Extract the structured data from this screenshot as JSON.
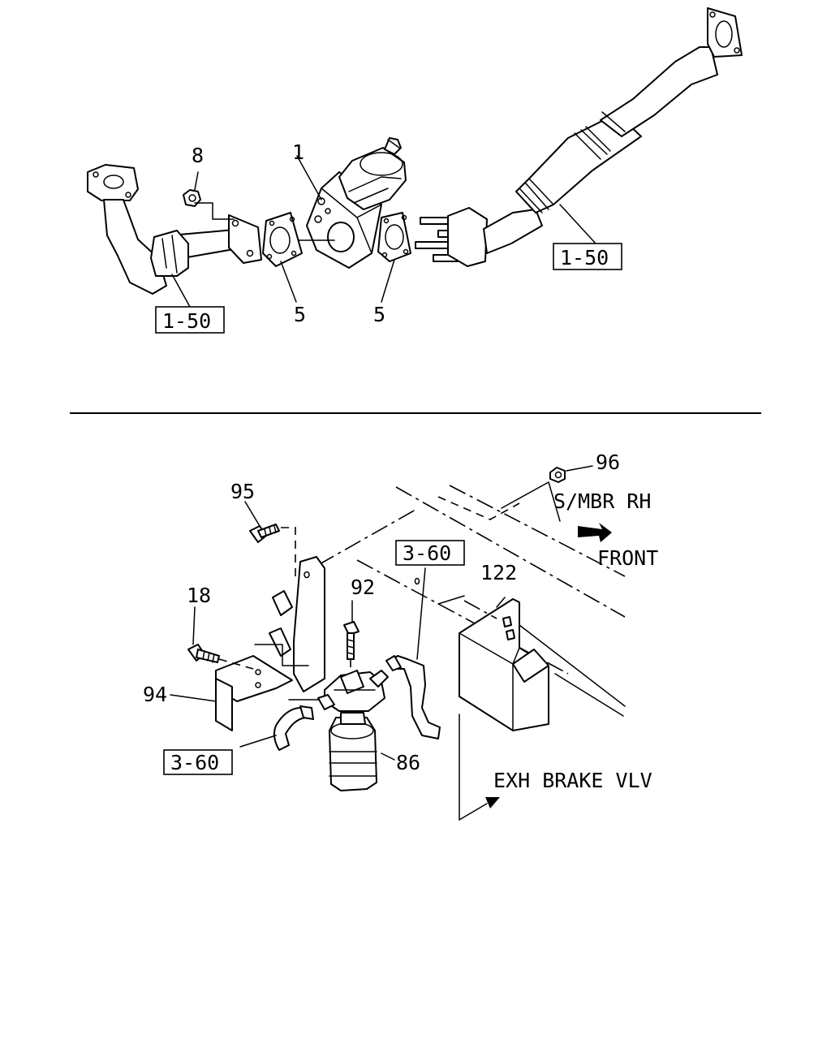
{
  "top_section": {
    "callouts": {
      "c1": "1",
      "c8": "8",
      "c5a": "5",
      "c5b": "5"
    },
    "refs": {
      "left": "1-50",
      "right": "1-50"
    }
  },
  "bottom_section": {
    "callouts": {
      "c95": "95",
      "c96": "96",
      "c18": "18",
      "c92": "92",
      "c122": "122",
      "c94": "94",
      "c86": "86"
    },
    "refs": {
      "top": "3-60",
      "bottom": "3-60"
    },
    "notes": {
      "smbr": "S/MBR RH",
      "front": "FRONT",
      "exh": "EXH BRAKE VLV"
    }
  }
}
